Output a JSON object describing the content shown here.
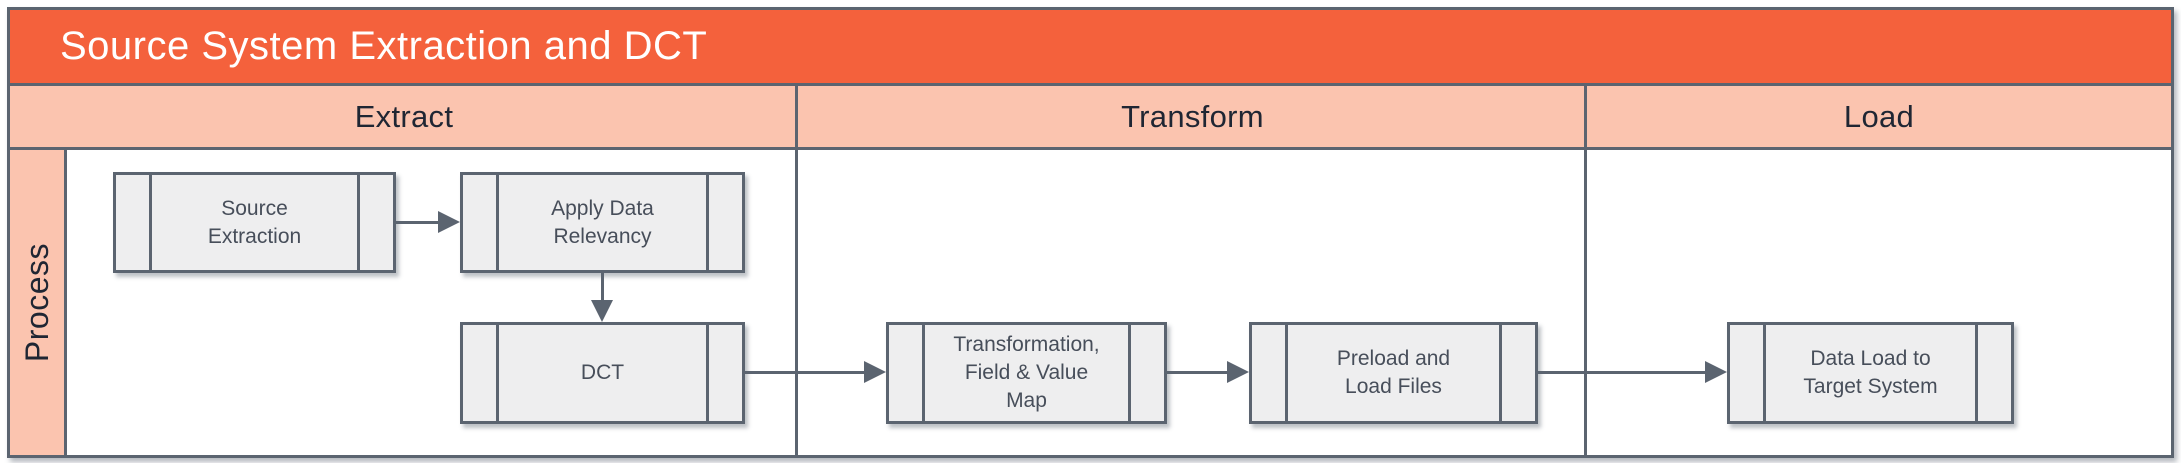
{
  "diagram": {
    "title": "Source System Extraction and DCT",
    "lane_label": "Process",
    "columns": [
      {
        "label": "Extract"
      },
      {
        "label": "Transform"
      },
      {
        "label": "Load"
      }
    ],
    "nodes": [
      {
        "id": "source-extraction",
        "column": "Extract",
        "shape": "predefined-process",
        "lines": [
          "Source",
          "Extraction"
        ]
      },
      {
        "id": "apply-data-relevancy",
        "column": "Extract",
        "shape": "predefined-process",
        "lines": [
          "Apply Data",
          "Relevancy"
        ]
      },
      {
        "id": "dct",
        "column": "Extract",
        "shape": "predefined-process",
        "lines": [
          "DCT"
        ]
      },
      {
        "id": "transformation-field-value-map",
        "column": "Transform",
        "shape": "predefined-process",
        "lines": [
          "Transformation,",
          "Field & Value",
          "Map"
        ]
      },
      {
        "id": "preload-and-load-files",
        "column": "Transform",
        "shape": "predefined-process",
        "lines": [
          "Preload and",
          "Load Files"
        ]
      },
      {
        "id": "data-load-to-target-system",
        "column": "Load",
        "shape": "predefined-process",
        "lines": [
          "Data Load to",
          "Target System"
        ]
      }
    ],
    "edges": [
      {
        "from": "source-extraction",
        "to": "apply-data-relevancy",
        "direction": "right"
      },
      {
        "from": "apply-data-relevancy",
        "to": "dct",
        "direction": "down"
      },
      {
        "from": "dct",
        "to": "transformation-field-value-map",
        "direction": "right"
      },
      {
        "from": "transformation-field-value-map",
        "to": "preload-and-load-files",
        "direction": "right"
      },
      {
        "from": "preload-and-load-files",
        "to": "data-load-to-target-system",
        "direction": "right"
      }
    ]
  },
  "colors": {
    "title_bg": "#F4613C",
    "title_text": "#FFFFFF",
    "header_bg": "#FBC4AF",
    "header_text": "#1F2633",
    "border": "#5B6470",
    "node_fill": "#EEEEEF",
    "node_border": "#5B6470",
    "node_text": "#474E5A",
    "arrow": "#5B6470"
  }
}
